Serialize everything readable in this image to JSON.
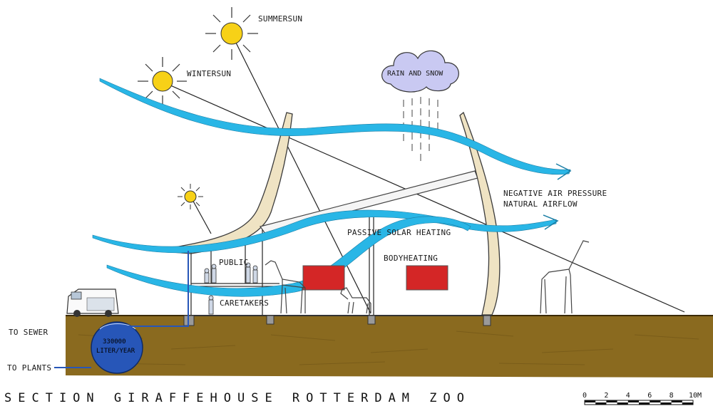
{
  "title": "SECTION GIRAFFEHOUSE ROTTERDAM ZOO",
  "labels": {
    "summer_sun": "SUMMERSUN",
    "winter_sun": "WINTERSUN",
    "rain": "RAIN AND SNOW",
    "negative_pressure_1": "NEGATIVE AIR PRESSURE",
    "negative_pressure_2": "NATURAL AIRFLOW",
    "passive_solar": "PASSIVE SOLAR HEATING",
    "body_heating": "BODYHEATING",
    "public": "PUBLIC",
    "caretakers": "CARETAKERS",
    "to_sewer": "TO SEWER",
    "to_plants": "TO PLANTS",
    "tank_line1": "330000",
    "tank_line2": "LITER/YEAR"
  },
  "scale": {
    "ticks": [
      "0",
      "2",
      "4",
      "6",
      "8",
      "10M"
    ]
  },
  "colors": {
    "sun": "#f7d117",
    "airflow": "#29b6e6",
    "ground": "#8a6a1f",
    "tank": "#2756b8",
    "cloud": "#c9c9f2",
    "heater": "#d42626",
    "roof": "#efe3c3"
  }
}
